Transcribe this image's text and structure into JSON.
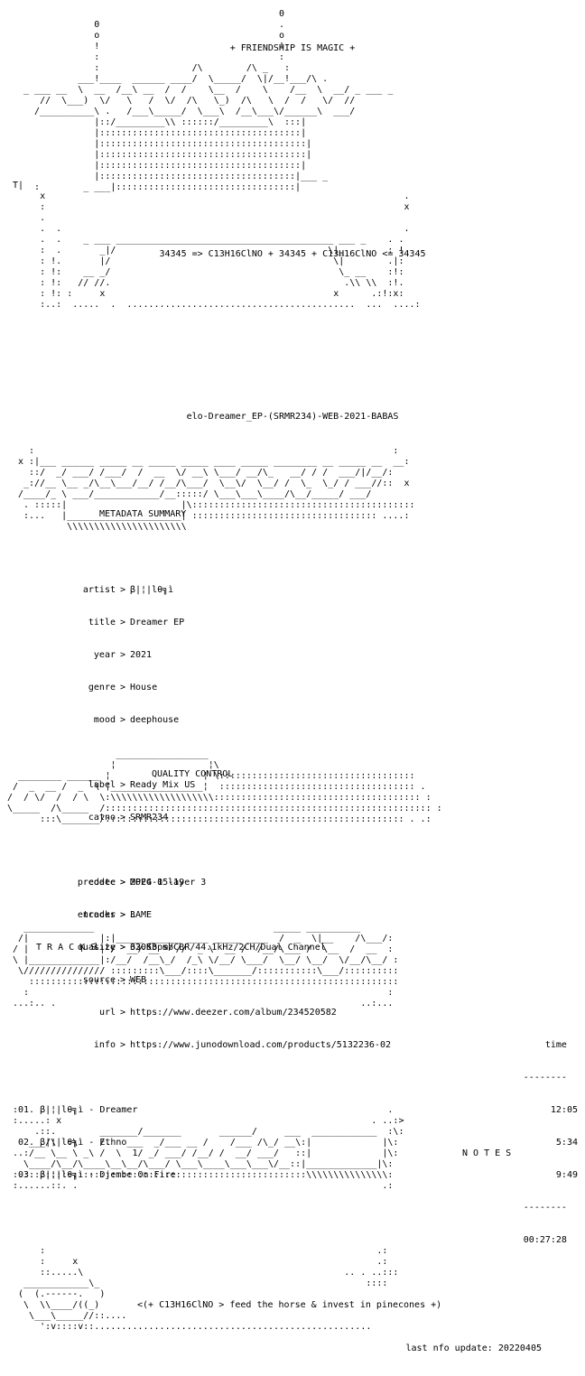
{
  "header": {
    "tagline": "+ FRIENDSHIP IS MAGIC +",
    "formula": "34345 => C13H16ClNO + 34345 + C13H16ClNO <= 34345"
  },
  "release_name": "elo-Dreamer_EP-(SRMR234)-WEB-2021-BABAS",
  "sections": {
    "metadata": "METADATA SUMMARY",
    "quality": "QUALITY CONTROL",
    "tracks": "T R A C K S",
    "notes": "N O T E S"
  },
  "metadata": {
    "artist": {
      "key": "artist",
      "value": "β|¦|lθ╗ì"
    },
    "title": {
      "key": "title",
      "value": "Dreamer EP"
    },
    "year": {
      "key": "year",
      "value": "2021"
    },
    "genre": {
      "key": "genre",
      "value": "House"
    },
    "mood": {
      "key": "mood",
      "value": "deephouse"
    },
    "label": {
      "key": "label",
      "value": "Ready Mix US"
    },
    "catno": {
      "key": "catno",
      "value": "SRMR234"
    },
    "predate": {
      "key": "predate",
      "value": "2024-05-19"
    },
    "tracks": {
      "key": "tracks",
      "value": "3"
    },
    "size": {
      "key": "size",
      "value": "63.53 mb"
    },
    "url": {
      "key": "url",
      "value": "https://www.deezer.com/album/234520582"
    },
    "info": {
      "key": "info",
      "value": "https://www.junodownload.com/products/5132236-02"
    }
  },
  "quality": {
    "codec": {
      "key": "codec",
      "value": "MPEG 1 layer 3"
    },
    "encoder": {
      "key": "encoder",
      "value": "LAME"
    },
    "quality": {
      "key": "quality",
      "value": "320Kbps/CBR/44.1kHz/2CH/Dual Channel"
    },
    "source": {
      "key": "source",
      "value": "WEB"
    }
  },
  "tracklist": {
    "time_header": "time",
    "rule": "--------",
    "total": "00:27:28",
    "items": [
      {
        "num": "01.",
        "artist": "β|¦|lθ╗ì",
        "title": "Dreamer",
        "time": "12:05"
      },
      {
        "num": "02.",
        "artist": "β|¦|lθ╗ì",
        "title": "Ethno",
        "time": "5:34"
      },
      {
        "num": "03.",
        "artist": "β|¦|lθ╗ì",
        "title": "Djembe On Fire",
        "time": "9:49"
      }
    ]
  },
  "footer": {
    "slogan": "<(+ C13H16ClNO > feed the horse & invest in pinecones +)",
    "last_update": "last nfo update: 20220405"
  }
}
